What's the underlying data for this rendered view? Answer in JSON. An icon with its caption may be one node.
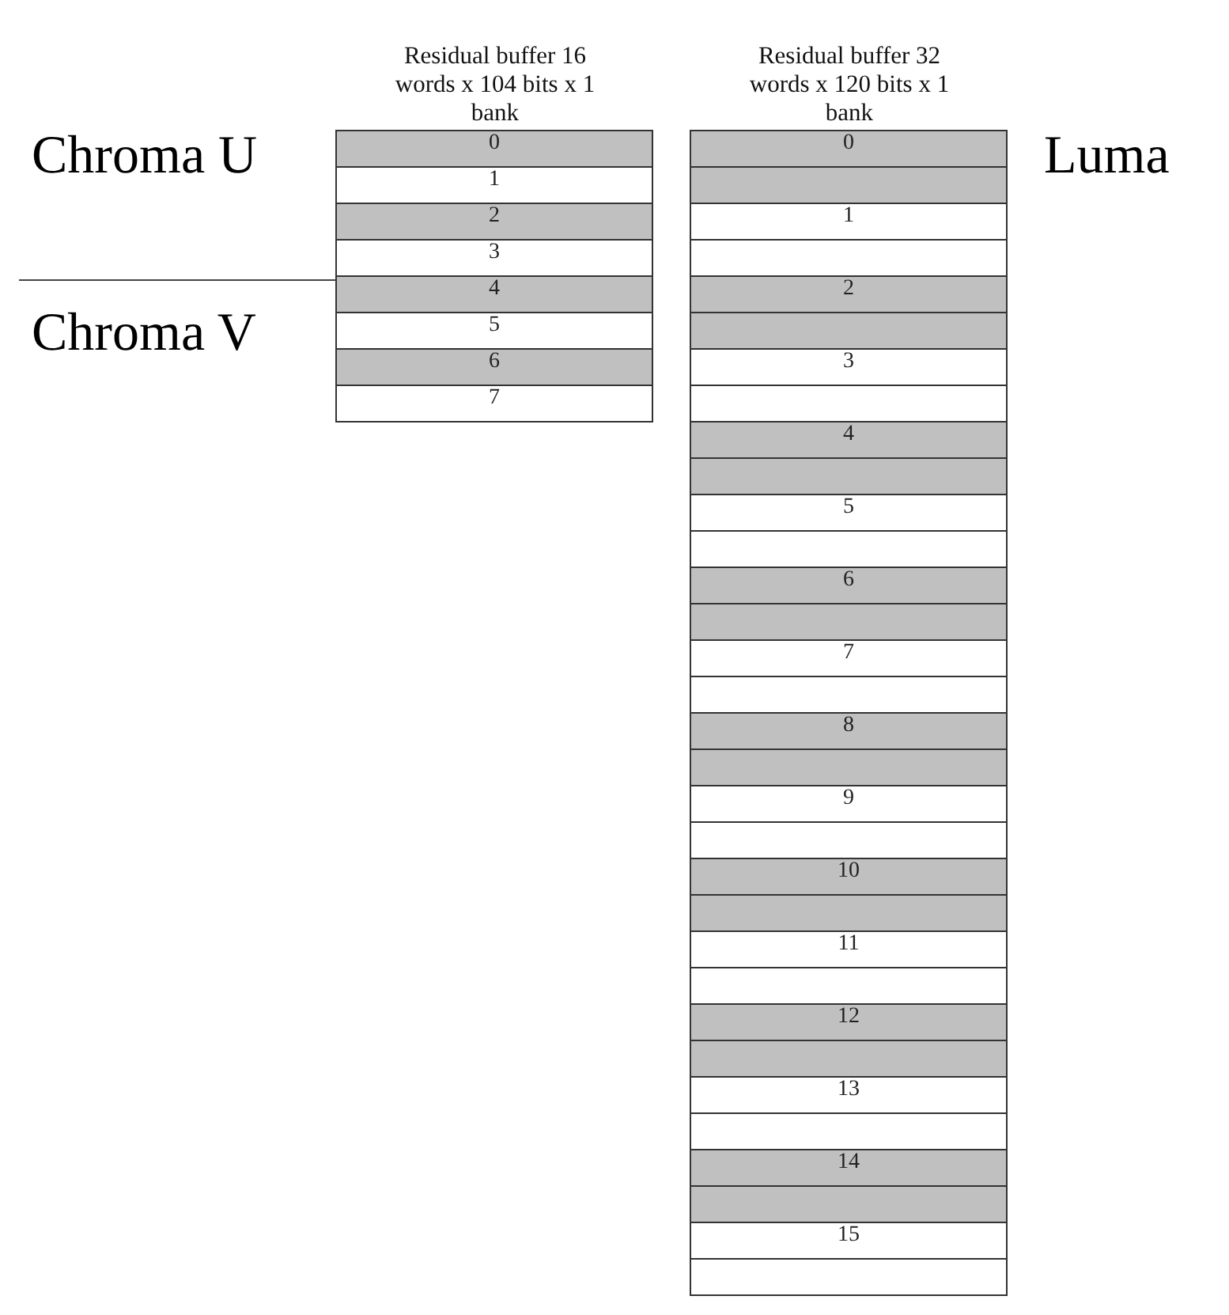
{
  "diagram": {
    "nodes": [
      {
        "text": [
          "Residual buffer 16 words x 104 bits x 1 bank"
        ]
      },
      {
        "text": [
          "0"
        ],
        "in": 0
      },
      {
        "text": [
          "1"
        ],
        "in": 0
      },
      {
        "text": [
          "2"
        ],
        "in": 0
      },
      {
        "text": [
          "3"
        ],
        "in": 0
      },
      {
        "text": [
          "4"
        ],
        "in": 0
      },
      {
        "text": [
          "5"
        ],
        "in": 0
      },
      {
        "text": [
          "6"
        ],
        "in": 0
      },
      {
        "text": [
          "7"
        ],
        "in": 0
      },
      {
        "text": [
          "Residual buffer 32 words x 120 bits x 1 bank"
        ]
      },
      {
        "text": [
          "0"
        ],
        "in": 9
      },
      {
        "text": [],
        "shape": "box",
        "in": 9
      },
      {
        "text": [
          "1"
        ],
        "in": 9
      },
      {
        "text": [],
        "shape": "box",
        "in": 9
      },
      {
        "text": [
          "2"
        ],
        "in": 9
      },
      {
        "text": [],
        "shape": "box",
        "in": 9
      },
      {
        "text": [
          "3"
        ],
        "in": 9
      },
      {
        "text": [],
        "shape": "box",
        "in": 9
      },
      {
        "text": [
          "4"
        ],
        "in": 9
      },
      {
        "text": [],
        "shape": "box",
        "in": 9
      },
      {
        "text": [
          "5"
        ],
        "in": 9
      },
      {
        "text": [],
        "shape": "box",
        "in": 9
      },
      {
        "text": [
          "6"
        ],
        "in": 9
      },
      {
        "text": [],
        "shape": "box",
        "in": 9
      },
      {
        "text": [
          "7"
        ],
        "in": 9
      },
      {
        "text": [],
        "shape": "box",
        "in": 9
      },
      {
        "text": [
          "8"
        ],
        "in": 9
      },
      {
        "text": [],
        "shape": "box",
        "in": 9
      },
      {
        "text": [
          "9"
        ],
        "in": 9
      },
      {
        "text": [],
        "shape": "box",
        "in": 9
      },
      {
        "text": [
          "10"
        ],
        "in": 9
      },
      {
        "text": [],
        "shape": "box",
        "in": 9
      },
      {
        "text": [
          "11"
        ],
        "in": 9
      },
      {
        "text": [],
        "shape": "box",
        "in": 9
      },
      {
        "text": [
          "12"
        ],
        "in": 9
      },
      {
        "text": [],
        "shape": "box",
        "in": 9
      },
      {
        "text": [
          "13"
        ],
        "in": 9
      },
      {
        "text": [],
        "shape": "box",
        "in": 9
      },
      {
        "text": [
          "14"
        ],
        "in": 9
      },
      {
        "text": [],
        "shape": "box",
        "in": 9
      },
      {
        "text": [
          "15"
        ],
        "in": 9
      },
      {
        "text": [],
        "shape": "box",
        "in": 9
      }
    ],
    "edges": [],
    "labels": [
      "Chroma U",
      "Luma",
      "Chroma V"
    ]
  }
}
